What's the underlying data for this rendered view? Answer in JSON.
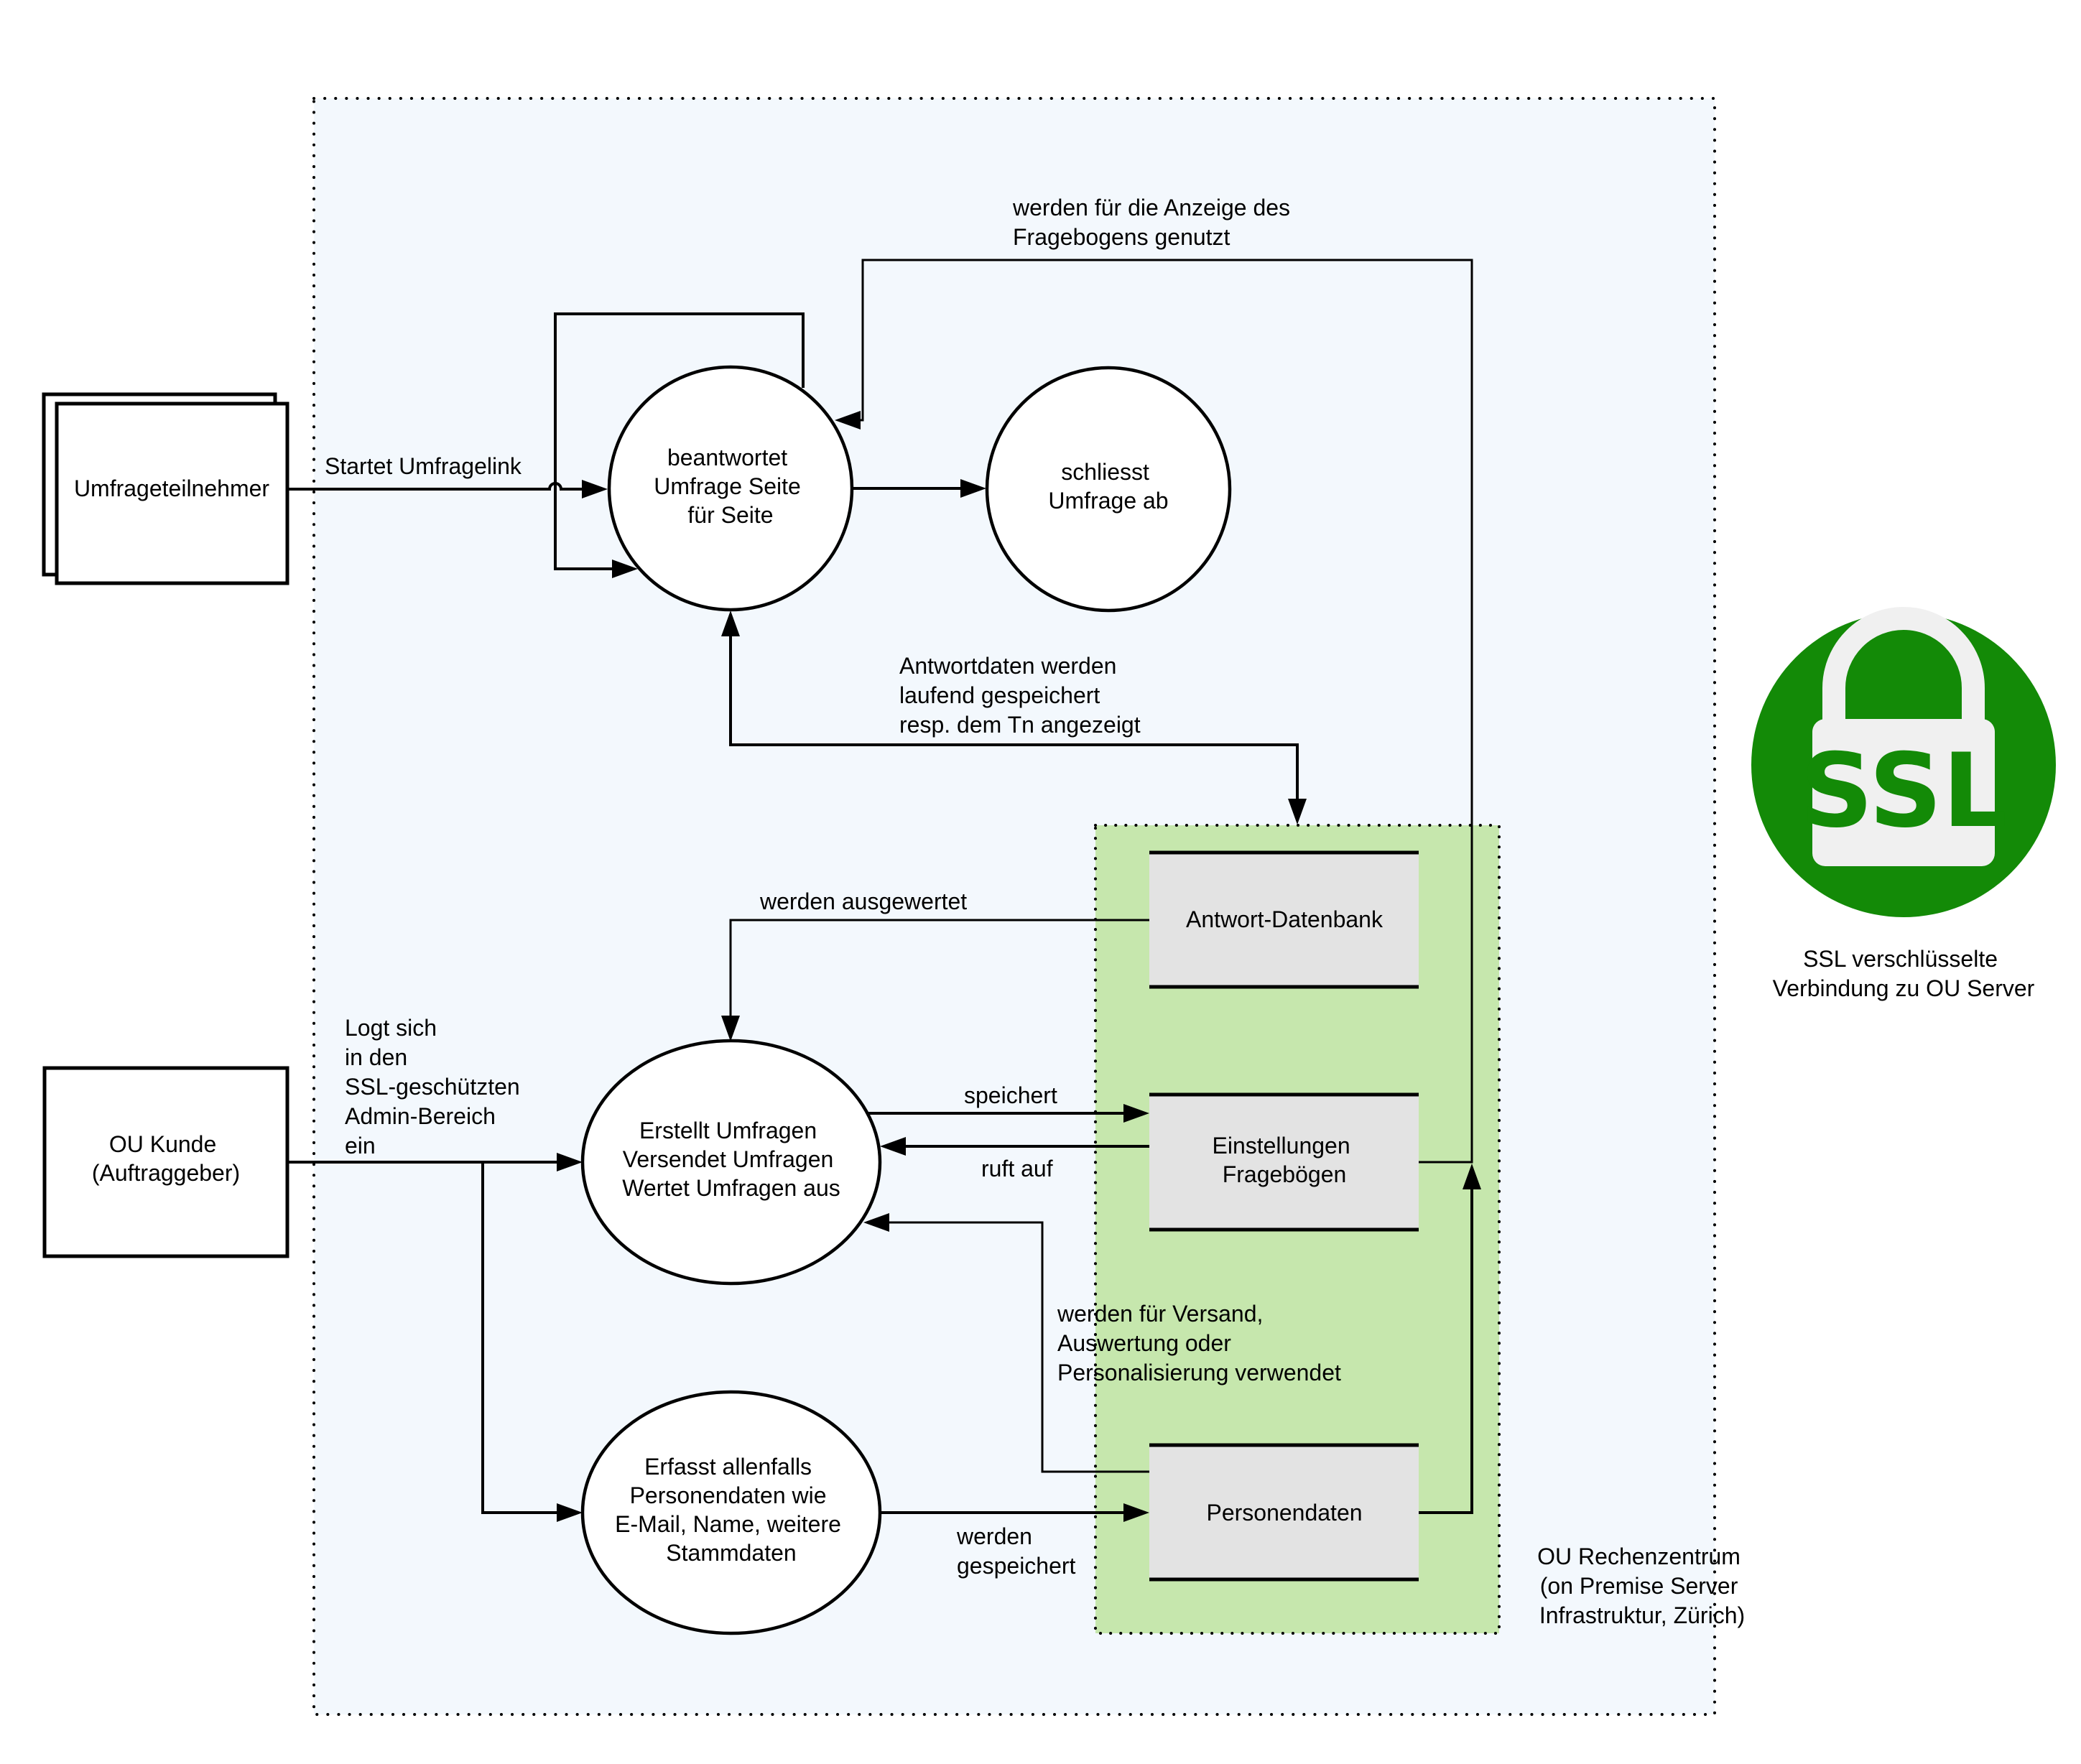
{
  "diagram": {
    "title": "Datenfluss OU Umfrage-System",
    "colors": {
      "trust_boundary_fill": "#f3f8fd",
      "datacenter_fill": "#c6e7ad",
      "store_fill": "#e3e3e3",
      "ssl_green": "#138a07",
      "ssl_lock": "#f0f0f0"
    },
    "entities": {
      "participant": "Umfrageteilnehmer",
      "customer": [
        "OU Kunde",
        "(Auftraggeber)"
      ]
    },
    "processes": {
      "answer": [
        "beantwortet",
        "Umfrage Seite",
        "für Seite"
      ],
      "close": [
        "schliesst",
        "Umfrage ab"
      ],
      "admin": [
        "Erstellt Umfragen",
        "Versendet Umfragen",
        "Wertet Umfragen aus"
      ],
      "capture": [
        "Erfasst allenfalls",
        "Personendaten wie",
        "E-Mail, Name, weitere",
        "Stammdaten"
      ]
    },
    "stores": {
      "answers_db": "Antwort-Datenbank",
      "settings": [
        "Einstellungen",
        "Fragebögen"
      ],
      "persons": "Personendaten"
    },
    "flows": {
      "start_link": "Startet Umfragelink",
      "questionnaire_display": [
        "werden für die Anzeige des",
        "Fragebogens genutzt"
      ],
      "answers_saved": [
        "Antwortdaten werden",
        "laufend gespeichert",
        "resp. dem Tn angezeigt"
      ],
      "evaluated": "werden ausgewertet",
      "login": [
        "Logt sich",
        "in den",
        "SSL-geschützten",
        "Admin-Bereich",
        "ein"
      ],
      "saves": "speichert",
      "calls": "ruft auf",
      "used_for": [
        "werden für Versand,",
        "Auswertung oder",
        "Personalisierung verwendet"
      ],
      "stored": [
        "werden",
        "gespeichert"
      ]
    },
    "datacenter_label": [
      "OU Rechenzentrum",
      "(on Premise Server",
      "Infrastruktur, Zürich)"
    ],
    "ssl": {
      "icon": "ssl-lock-icon",
      "badge_text": "SSL",
      "caption": [
        "SSL verschlüsselte",
        "Verbindung zu OU Server"
      ]
    }
  }
}
